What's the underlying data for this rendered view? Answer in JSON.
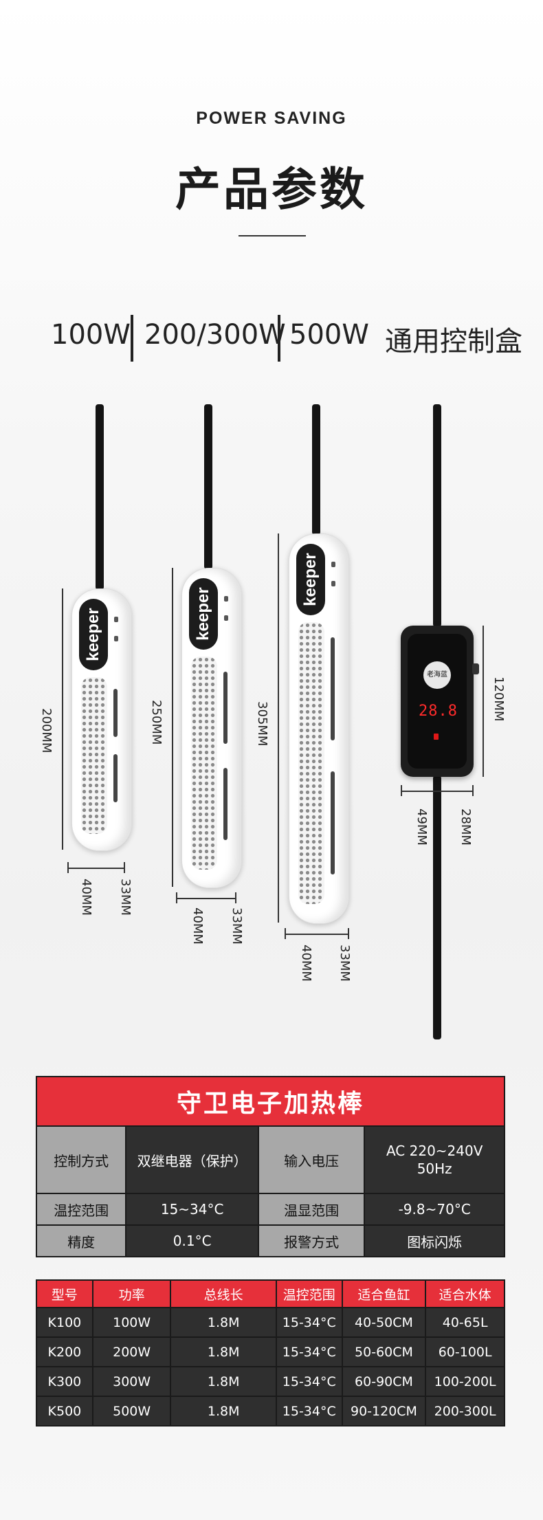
{
  "header": {
    "eyebrow": "POWER SAVING",
    "title": "产品参数"
  },
  "models": [
    "100W",
    "200/300W",
    "500W",
    "通用控制盒"
  ],
  "product_images": {
    "badge_text": "keeper",
    "display_reading": "28.8",
    "controller_logo": "老海蓝"
  },
  "dimensions": {
    "h100": "200MM",
    "h200": "250MM",
    "h500": "305MM",
    "ctrl_height": "120MM",
    "width": "40MM",
    "depth": "33MM",
    "ctrl_width": "49MM",
    "ctrl_depth": "28MM"
  },
  "spec_table": {
    "title": "守卫电子加热棒",
    "rows": [
      {
        "k1": "控制方式",
        "v1": "双继电器（保护）",
        "k2": "输入电压",
        "v2_line1": "AC 220~240V",
        "v2_line2": "50Hz"
      },
      {
        "k1": "温控范围",
        "v1": "15~34°C",
        "k2": "温显范围",
        "v2": "-9.8~70°C"
      },
      {
        "k1": "精度",
        "v1": "0.1°C",
        "k2": "报警方式",
        "v2": "图标闪烁"
      }
    ]
  },
  "model_table": {
    "headers": [
      "型号",
      "功率",
      "总线长",
      "温控范围",
      "适合鱼缸",
      "适合水体"
    ],
    "rows": [
      [
        "K100",
        "100W",
        "1.8M",
        "15-34°C",
        "40-50CM",
        "40-65L"
      ],
      [
        "K200",
        "200W",
        "1.8M",
        "15-34°C",
        "50-60CM",
        "60-100L"
      ],
      [
        "K300",
        "300W",
        "1.8M",
        "15-34°C",
        "60-90CM",
        "100-200L"
      ],
      [
        "K500",
        "500W",
        "1.8M",
        "15-34°C",
        "90-120CM",
        "200-300L"
      ]
    ]
  },
  "colors": {
    "accent_red": "#e6303a",
    "dark_cell": "#2f2f2f",
    "gray_cell": "#a8a8a8"
  }
}
